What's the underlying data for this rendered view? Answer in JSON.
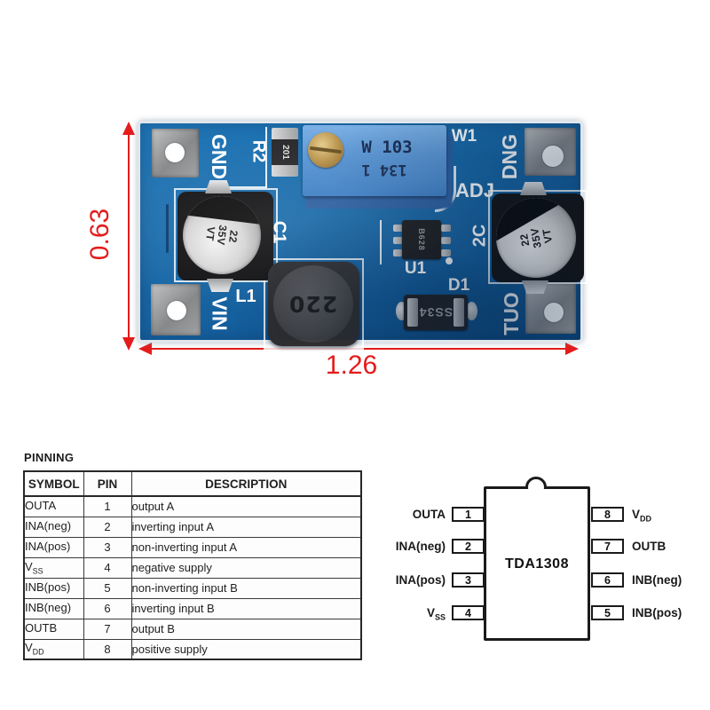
{
  "colors": {
    "dimension_red": "#e41c1c",
    "board_blue": "#1668a7",
    "trimmer_blue": "#5b97d5",
    "pad_silver": "#97999b",
    "silk_white": "#ffffff"
  },
  "photo": {
    "dim_height": "0.63",
    "dim_width": "1.26",
    "silk": {
      "gnd_tl": "GND",
      "gnd_tr": "GND",
      "vin": "VIN",
      "out": "OUT",
      "r2": "R2",
      "c1": "C1",
      "c2": "C2",
      "l1": "L1",
      "u1": "U1",
      "d1": "D1",
      "w1": "W1",
      "adj": "ADJ"
    },
    "markings": {
      "resistor": "201",
      "trimmer_line1": "W 103",
      "trimmer_line2": "134 1",
      "cap_line1": "22",
      "cap_line2": "35V",
      "cap_line3": "VT",
      "inductor": "220",
      "ic": "B628",
      "diode": "SS34"
    }
  },
  "pinning": {
    "title": "PINNING",
    "headers": {
      "symbol": "SYMBOL",
      "pin": "PIN",
      "description": "DESCRIPTION"
    },
    "rows": [
      {
        "symbol": "OUTA",
        "pin": "1",
        "description": "output A"
      },
      {
        "symbol": "INA(neg)",
        "pin": "2",
        "description": "inverting input A"
      },
      {
        "symbol": "INA(pos)",
        "pin": "3",
        "description": "non-inverting input A"
      },
      {
        "symbol": "V",
        "symbol_sub": "SS",
        "pin": "4",
        "description": "negative supply"
      },
      {
        "symbol": "INB(pos)",
        "pin": "5",
        "description": "non-inverting input B"
      },
      {
        "symbol": "INB(neg)",
        "pin": "6",
        "description": "inverting input B"
      },
      {
        "symbol": "OUTB",
        "pin": "7",
        "description": "output B"
      },
      {
        "symbol": "V",
        "symbol_sub": "DD",
        "pin": "8",
        "description": "positive supply"
      }
    ]
  },
  "chip": {
    "name": "TDA1308",
    "left_pins": [
      {
        "label": "OUTA",
        "number": "1"
      },
      {
        "label": "INA(neg)",
        "number": "2"
      },
      {
        "label": "INA(pos)",
        "number": "3"
      },
      {
        "label": "V",
        "label_sub": "SS",
        "number": "4"
      }
    ],
    "right_pins": [
      {
        "label": "V",
        "label_sub": "DD",
        "number": "8"
      },
      {
        "label": "OUTB",
        "number": "7"
      },
      {
        "label": "INB(neg)",
        "number": "6"
      },
      {
        "label": "INB(pos)",
        "number": "5"
      }
    ]
  }
}
